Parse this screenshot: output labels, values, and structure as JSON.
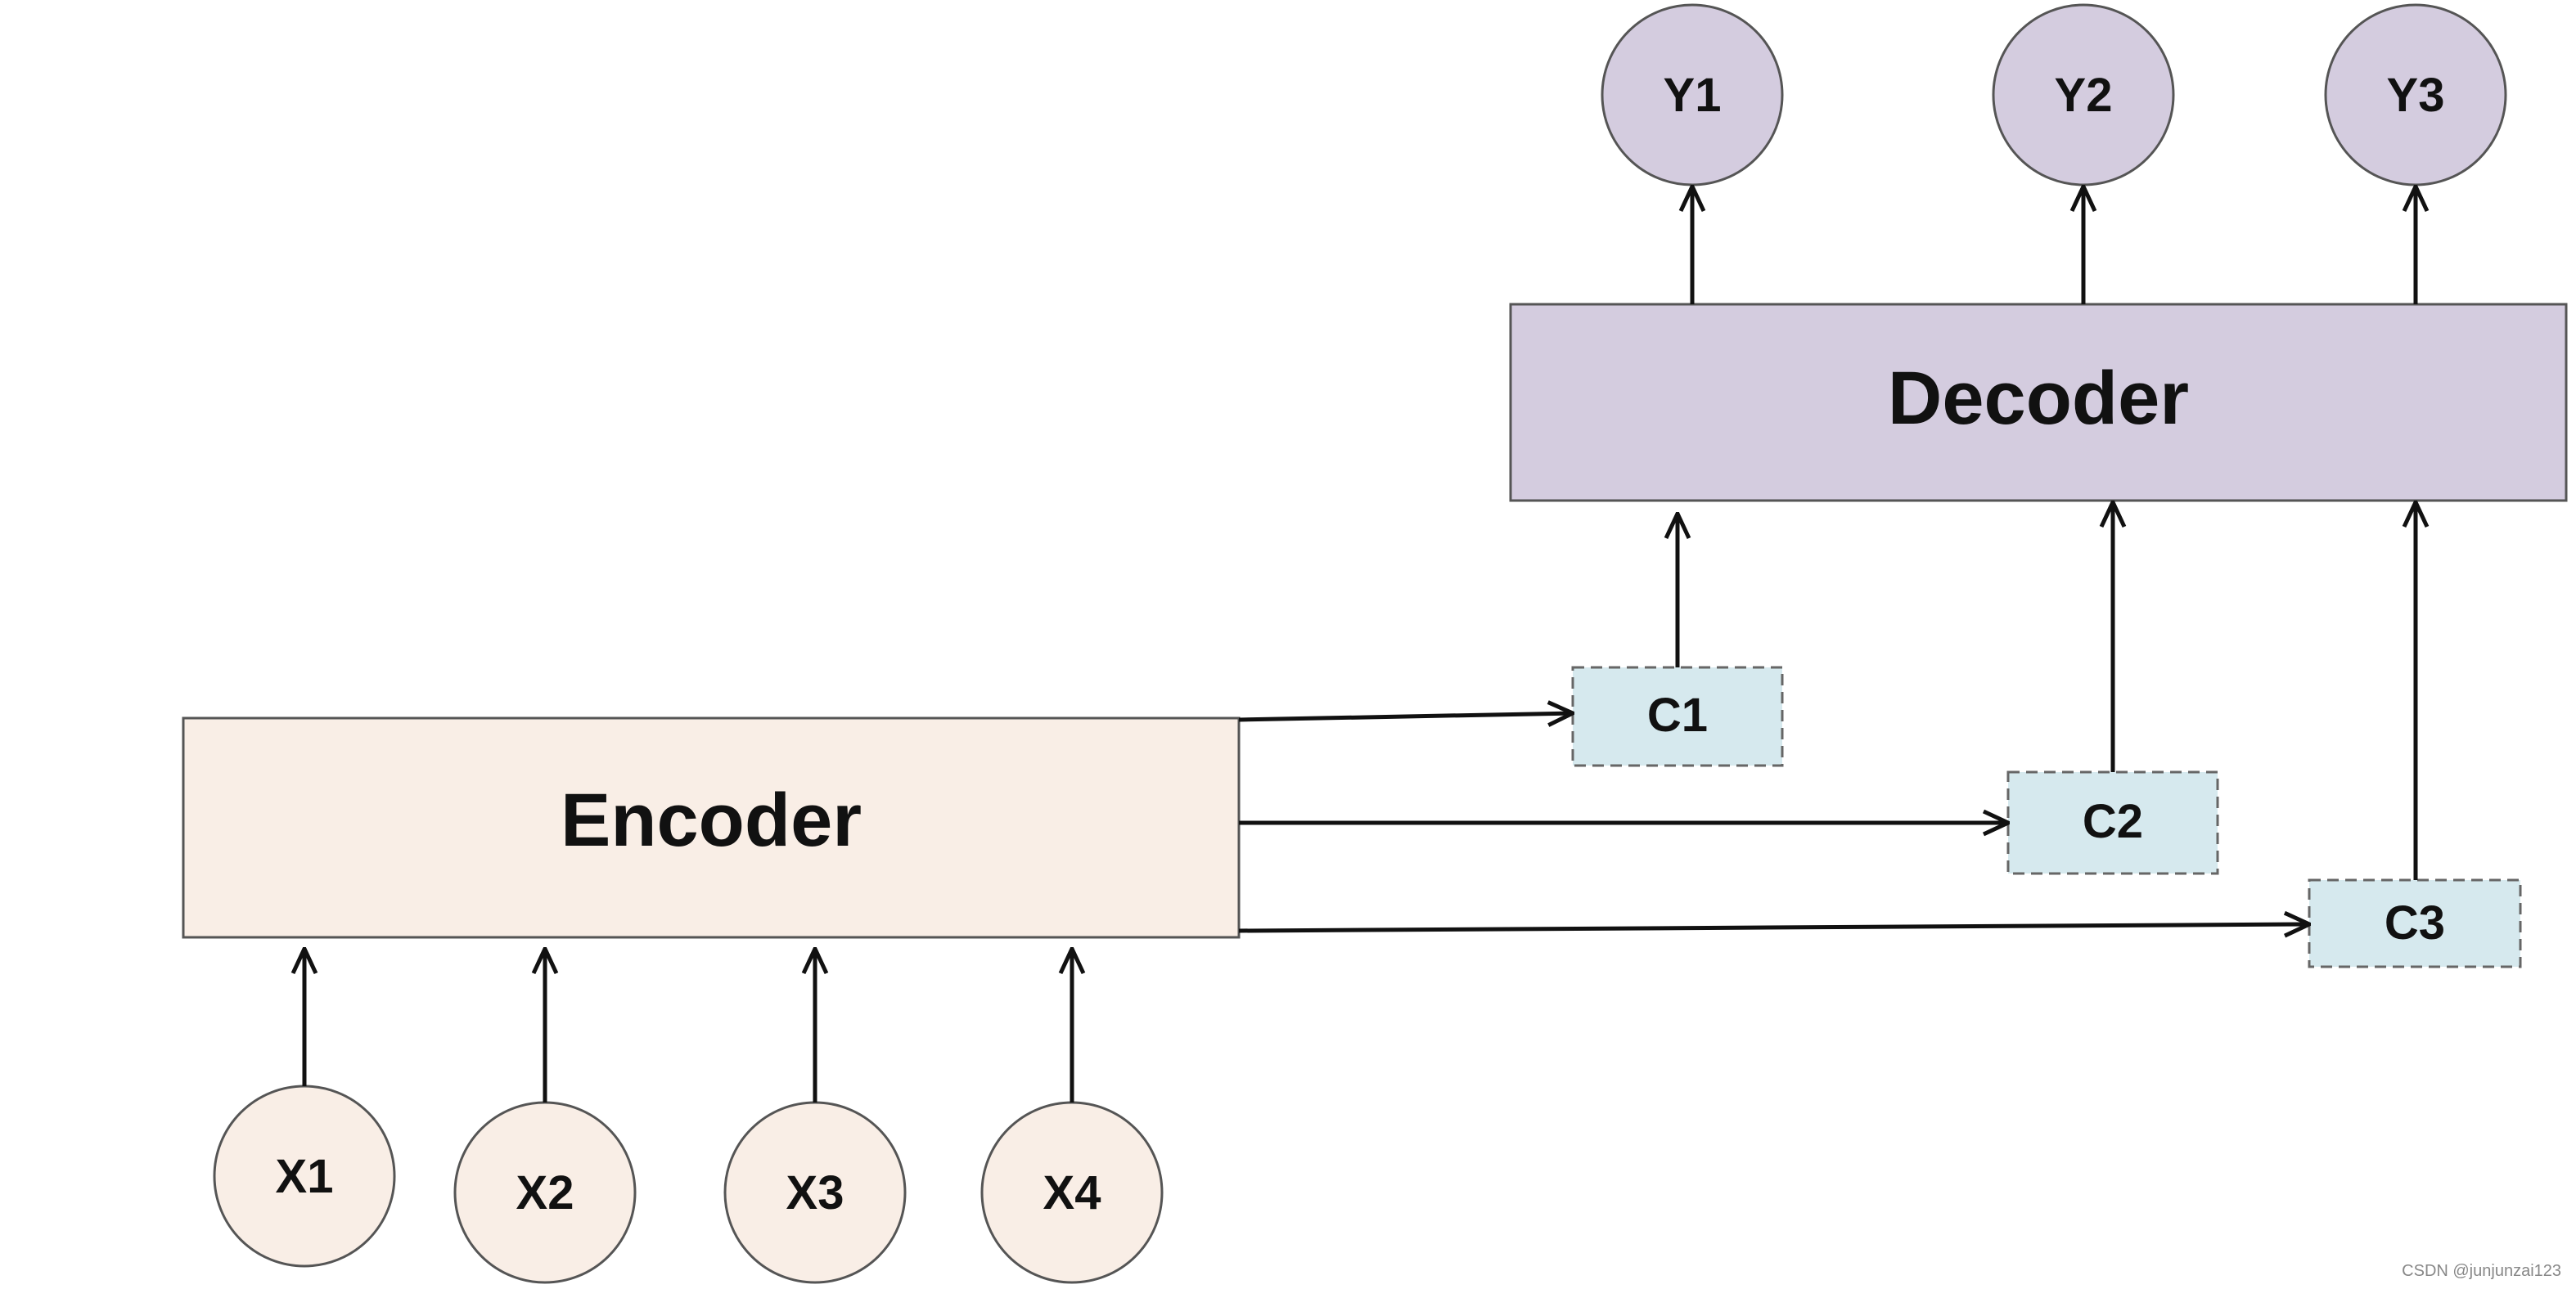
{
  "encoder": {
    "label": "Encoder",
    "fill": "#F9EEE6"
  },
  "decoder": {
    "label": "Decoder",
    "fill": "#D4CCDF"
  },
  "inputs": [
    "X1",
    "X2",
    "X3",
    "X4"
  ],
  "outputs": [
    "Y1",
    "Y2",
    "Y3"
  ],
  "contexts": [
    "C1",
    "C2",
    "C3"
  ],
  "context_fill": "#D6E9EE",
  "input_fill": "#F9EEE6",
  "output_fill": "#D4CCDF",
  "watermark": "CSDN @junjunzai123"
}
